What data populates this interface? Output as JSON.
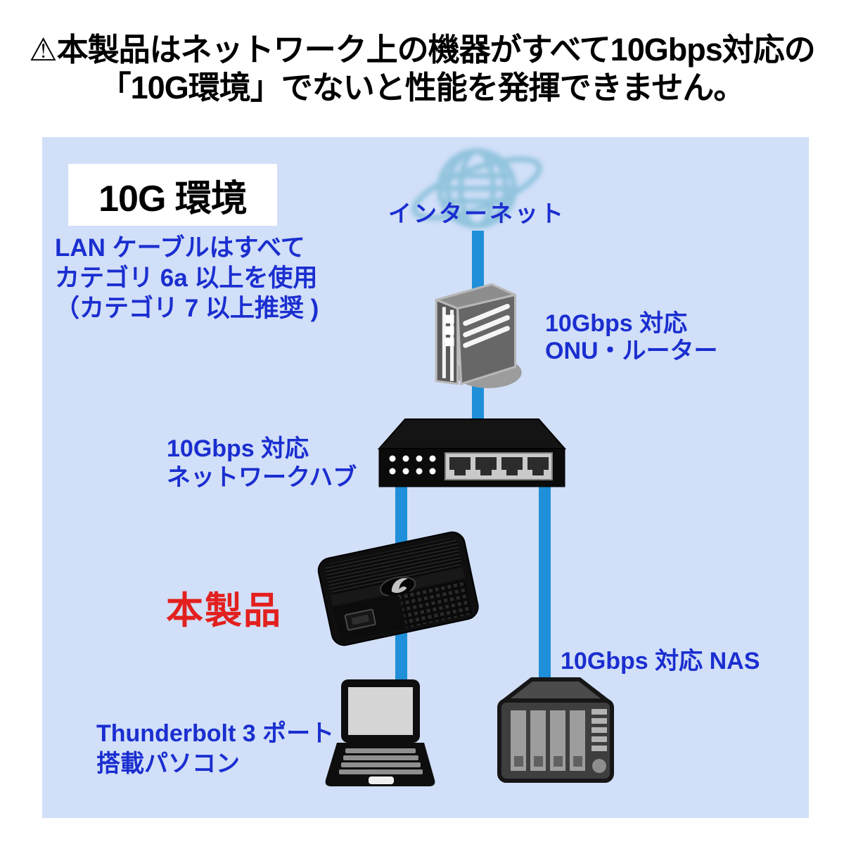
{
  "header": {
    "warning_symbol": "⚠",
    "line1": "本製品はネットワーク上の機器がすべて10Gbps対応の",
    "line2": "「10G環境」でないと性能を発揮できません。"
  },
  "panel": {
    "environment_label": "10G 環境",
    "cable_note_line1": "LAN ケーブルはすべて",
    "cable_note_line2": "カテゴリ 6a 以上を使用",
    "cable_note_line3": "（カテゴリ 7 以上推奨 )",
    "internet_label": "インターネット",
    "onu_label_line1": "10Gbps 対応",
    "onu_label_line2": "ONU・ルーター",
    "hub_label_line1": "10Gbps 対応",
    "hub_label_line2": "ネットワークハブ",
    "product_label": "本製品",
    "nas_label": "10Gbps 対応 NAS",
    "pc_label_line1": "Thunderbolt 3 ポート",
    "pc_label_line2": "搭載パソコン"
  },
  "colors": {
    "blue": "#1a2ed0",
    "cable": "#1e8fd8",
    "panel": "#d1dff8",
    "red": "#e2201e",
    "black": "#000000"
  }
}
